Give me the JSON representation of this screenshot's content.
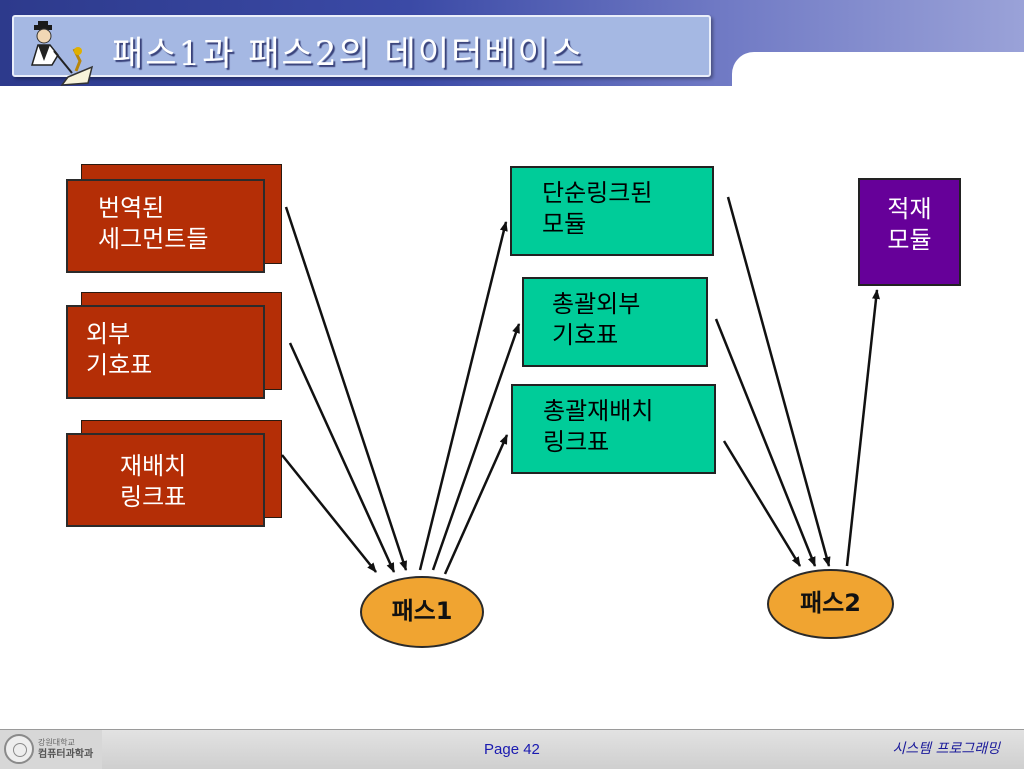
{
  "slide": {
    "title": "패스1과 패스2의 데이터베이스"
  },
  "inputs": {
    "translated_segments": [
      "번역된",
      "세그먼트들"
    ],
    "external_symbol_table": [
      "외부",
      "기호표"
    ],
    "relocation_link_table": [
      "재배치",
      "링크표"
    ]
  },
  "outputs": {
    "simple_linked_module": [
      "단순링크된",
      "모듈"
    ],
    "global_external_symbol_table": [
      "총괄외부",
      "기호표"
    ],
    "global_relocation_link_table": [
      "총괄재배치",
      "링크표"
    ],
    "load_module": [
      "적재",
      "모듈"
    ]
  },
  "passes": {
    "pass1": "패스1",
    "pass2": "패스2"
  },
  "footer": {
    "university": "강원대학교",
    "department": "컴퓨터과학과",
    "page": "Page 42",
    "course": "시스템 프로그래밍"
  },
  "colors": {
    "header": "#3b4aa6",
    "input_box": "#b42e06",
    "output_box": "#00cc99",
    "load_module_box": "#660099",
    "pass_ellipse": "#f0a431"
  },
  "icons": {
    "title_icon": "writer-at-desk-icon"
  }
}
